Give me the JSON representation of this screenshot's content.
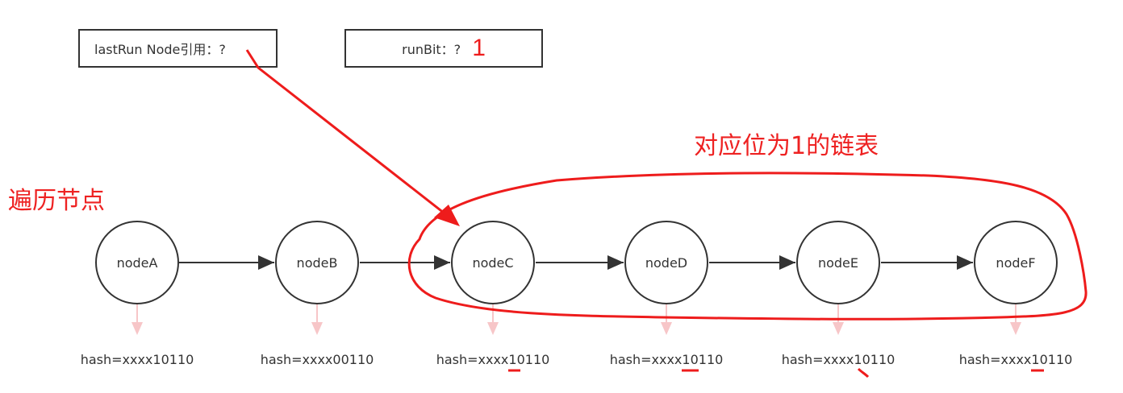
{
  "lastrun_box": {
    "label": "lastRun Node引用：?"
  },
  "runbit_box": {
    "label": "runBit：?",
    "annotation": "1"
  },
  "annotations": {
    "group_label": "对应位为1的链表",
    "traverse_label": "遍历节点"
  },
  "nodes": [
    {
      "name": "nodeA",
      "hash": "hash=xxxx10110"
    },
    {
      "name": "nodeB",
      "hash": "hash=xxxx00110"
    },
    {
      "name": "nodeC",
      "hash": "hash=xxxx10110"
    },
    {
      "name": "nodeD",
      "hash": "hash=xxxx10110"
    },
    {
      "name": "nodeE",
      "hash": "hash=xxxx10110"
    },
    {
      "name": "nodeF",
      "hash": "hash=xxxx10110"
    }
  ],
  "colors": {
    "annotation_red": "#ee1c1c",
    "down_arrow_pink": "#f7c6c8",
    "stroke": "#333333"
  }
}
